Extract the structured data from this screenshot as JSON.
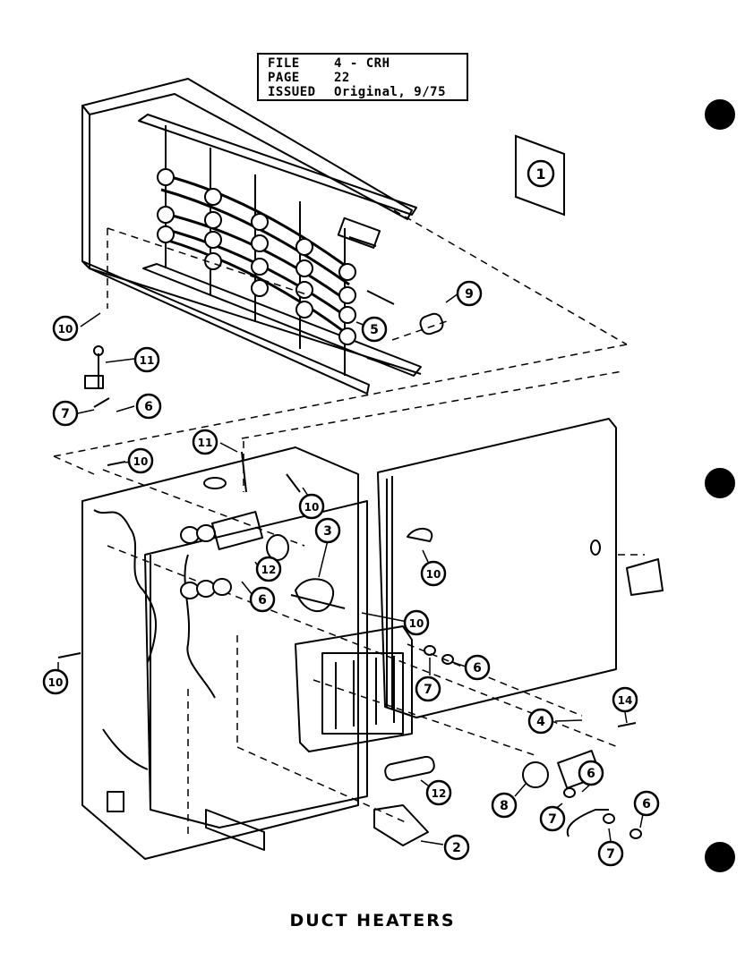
{
  "title_block": {
    "file_label": "FILE",
    "file_value": "4 - CRH",
    "page_label": "PAGE",
    "page_value": "22",
    "issued_label": "ISSUED",
    "issued_value": "Original, 9/75"
  },
  "figure_index": "1",
  "caption": "DUCT HEATERS",
  "callouts": [
    {
      "id": "c9",
      "label": "9"
    },
    {
      "id": "c5",
      "label": "5"
    },
    {
      "id": "c10a",
      "label": "10"
    },
    {
      "id": "c11a",
      "label": "11"
    },
    {
      "id": "c7a",
      "label": "7"
    },
    {
      "id": "c6a",
      "label": "6"
    },
    {
      "id": "c11b",
      "label": "11"
    },
    {
      "id": "c10b",
      "label": "10"
    },
    {
      "id": "c10c",
      "label": "10"
    },
    {
      "id": "c3",
      "label": "3"
    },
    {
      "id": "c10d",
      "label": "10"
    },
    {
      "id": "c12a",
      "label": "12"
    },
    {
      "id": "c6b",
      "label": "6"
    },
    {
      "id": "c10e",
      "label": "10"
    },
    {
      "id": "c10f",
      "label": "10"
    },
    {
      "id": "c7b",
      "label": "7"
    },
    {
      "id": "c6c",
      "label": "6"
    },
    {
      "id": "c1",
      "label": "1"
    },
    {
      "id": "c14",
      "label": "14"
    },
    {
      "id": "c4",
      "label": "4"
    },
    {
      "id": "c12b",
      "label": "12"
    },
    {
      "id": "c8",
      "label": "8"
    },
    {
      "id": "c6d",
      "label": "6"
    },
    {
      "id": "c7c",
      "label": "7"
    },
    {
      "id": "c6e",
      "label": "6"
    },
    {
      "id": "c7d",
      "label": "7"
    },
    {
      "id": "c2",
      "label": "2"
    },
    {
      "id": "c10g",
      "label": "10"
    }
  ]
}
